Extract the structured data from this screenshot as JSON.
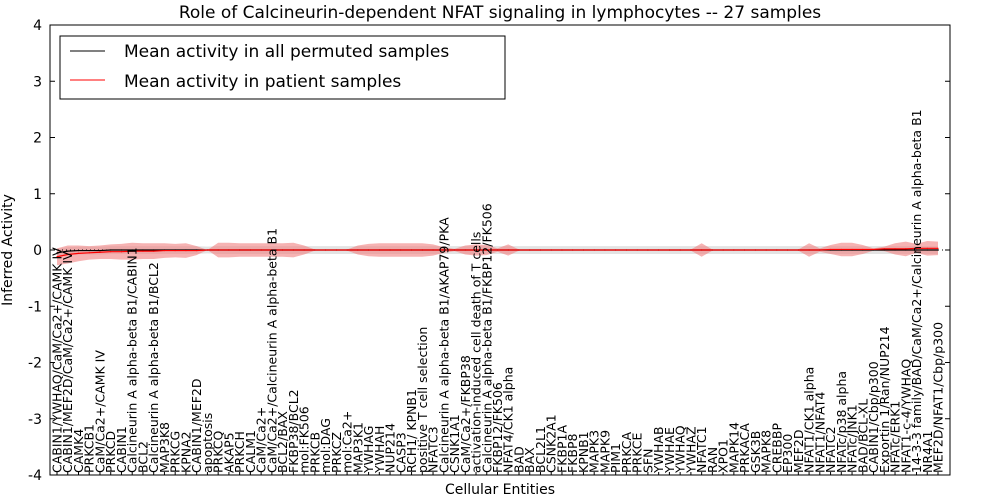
{
  "chart_data": {
    "type": "line",
    "title": "Role of Calcineurin-dependent NFAT signaling in lymphocytes -- 27 samples",
    "xlabel": "Cellular Entities",
    "ylabel": "Inferred Activity",
    "ylim": [
      -4,
      4
    ],
    "yticks": [
      -4,
      -3,
      -2,
      -1,
      0,
      1,
      2,
      3,
      4
    ],
    "grid": false,
    "legend_position": "top-left",
    "categories": [
      "CABIN1/YWHAQ/CaM/Ca2+/CAMK IV",
      "CABIN1/MEF2D/CaM/Ca2+/CAMK IV",
      "CAMK4",
      "PRKCB1",
      "CaM/Ca2+/CAMK IV",
      "PRKCD",
      "CABIN1",
      "Calcineurin A alpha-beta B1/CABIN1",
      "BCL2",
      "Calcineurin A alpha-beta B1/BCL2",
      "MAP3K8",
      "PRKCG",
      "KPNA2",
      "CABIN1/MEF2D",
      "apoptosis",
      "PRKCQ",
      "AKAP5",
      "PRKCH",
      "CALM1",
      "CaM/Ca2+",
      "CaM/Ca2+/Calcineurin A alpha-beta B1",
      "BCL2/BAX",
      "FKBP38/BCL2",
      "mol:FK506",
      "PRKCB",
      "mol:DAG",
      "PRKCZ",
      "mol:Ca2+",
      "MAP3K1",
      "YWHAG",
      "YWHAH",
      "NUP214",
      "CASP3",
      "RCH1/ KPNB1",
      "positive T cell selection",
      "NFATC3",
      "Calcineurin A alpha-beta B1/AKAP79/PKA",
      "CSNK1A1",
      "CaM/Ca2+/FKBP38",
      "activation-induced cell death of T cells",
      "Calcineurin A alpha-beta B1/FKBP12/FK506",
      "FKBP12/FK506",
      "NFAT4/CK1 alpha",
      "BAD",
      "BAX",
      "BCL2L1",
      "CSNK2A1",
      "FKBP1A",
      "FKBP8",
      "KPNB1",
      "MAPK3",
      "MAPK9",
      "PIM1",
      "PRKCA",
      "PRKCE",
      "SFN",
      "YWHAB",
      "YWHAE",
      "YWHAQ",
      "YWHAZ",
      "NFATC1",
      "RAN",
      "XPO1",
      "MAPK14",
      "PRKACA",
      "GSK3B",
      "MAPK8",
      "CREBBP",
      "EP300",
      "MEF2D",
      "NFAT1/CK1 alpha",
      "NFAT1/NFAT4",
      "NFATC2",
      "NFATc/p38 alpha",
      "NFATc/JNK1",
      "BAD/BCL-XL",
      "CABIN1/Cbp/p300",
      "Exportin 1/Ran/NUP214",
      "NFATc/ERK1",
      "NFAT1-c-4/YWHAQ",
      "14-3-3 family/BAD/CaM/Ca2+/Calcineurin A alpha-beta B1",
      "NR4A1",
      "MEF2D/NFAT1/Cbp/p300"
    ],
    "series": [
      {
        "name": "Mean activity in all permuted samples",
        "color": "#000000",
        "band_color": "#cccccc",
        "values": [
          -0.05,
          -0.02,
          -0.01,
          -0.01,
          -0.01,
          0,
          0,
          0,
          0,
          0,
          0,
          0,
          0,
          0,
          0,
          0,
          0,
          0,
          0,
          0,
          0,
          0,
          0,
          0,
          0,
          0,
          0,
          0,
          0,
          0,
          0,
          0,
          0,
          0,
          0,
          0,
          0,
          0,
          0,
          0,
          0,
          0,
          0,
          0,
          0,
          0,
          0,
          0,
          0,
          0,
          0,
          0,
          0,
          0,
          0,
          0,
          0,
          0,
          0,
          0,
          0,
          0,
          0,
          0,
          0,
          0,
          0,
          0,
          0,
          0,
          0,
          0,
          0,
          0,
          0,
          0,
          0,
          0,
          0,
          0,
          0,
          0,
          0
        ],
        "spread": [
          0.07,
          0.07,
          0.07,
          0.07,
          0.07,
          0.07,
          0.07,
          0.07,
          0.07,
          0.07,
          0.07,
          0.07,
          0.07,
          0.07,
          0.06,
          0.07,
          0.07,
          0.07,
          0.07,
          0.07,
          0.07,
          0.07,
          0.07,
          0.07,
          0.07,
          0.07,
          0.07,
          0.07,
          0.07,
          0.07,
          0.07,
          0.07,
          0.07,
          0.07,
          0.07,
          0.07,
          0.07,
          0.07,
          0.07,
          0.07,
          0.07,
          0.07,
          0.07,
          0.07,
          0.07,
          0.07,
          0.07,
          0.07,
          0.07,
          0.07,
          0.07,
          0.07,
          0.07,
          0.07,
          0.07,
          0.07,
          0.07,
          0.07,
          0.07,
          0.07,
          0.07,
          0.07,
          0.07,
          0.07,
          0.07,
          0.07,
          0.07,
          0.07,
          0.07,
          0.07,
          0.07,
          0.07,
          0.07,
          0.07,
          0.07,
          0.07,
          0.07,
          0.07,
          0.07,
          0.07,
          0.07,
          0.07,
          0.07
        ]
      },
      {
        "name": "Mean activity in patient samples",
        "color": "#ff0000",
        "band_color": "#f08080",
        "values": [
          -0.12,
          -0.08,
          -0.06,
          -0.05,
          -0.04,
          -0.03,
          -0.03,
          -0.02,
          -0.02,
          -0.02,
          -0.01,
          -0.01,
          -0.01,
          -0.01,
          0,
          0,
          0,
          0,
          0,
          0,
          0,
          0,
          0,
          0,
          0,
          0,
          0,
          0,
          0,
          0,
          0,
          0,
          0,
          0,
          0,
          0,
          0,
          0,
          0,
          0,
          0,
          0,
          0,
          0,
          0,
          0,
          0,
          0,
          0,
          0,
          0,
          0,
          0,
          0,
          0,
          0,
          0,
          0,
          0,
          0,
          0,
          0,
          0,
          0,
          0,
          0,
          0,
          0,
          0,
          0,
          0,
          0,
          0.01,
          0.01,
          0.01,
          0.01,
          0.01,
          0.02,
          0.02,
          0.02,
          0.03,
          0.03,
          0.03
        ],
        "spread": [
          0.15,
          0.16,
          0.14,
          0.12,
          0.12,
          0.13,
          0.14,
          0.15,
          0.14,
          0.14,
          0.13,
          0.12,
          0.13,
          0.08,
          0.0,
          0.13,
          0.13,
          0.12,
          0.12,
          0.12,
          0.12,
          0.12,
          0.13,
          0.08,
          0.01,
          0.01,
          0.01,
          0.01,
          0.08,
          0.11,
          0.12,
          0.12,
          0.12,
          0.12,
          0.12,
          0.1,
          0.05,
          0.02,
          0.08,
          0.1,
          0.09,
          0.03,
          0.1,
          0.01,
          0.01,
          0.01,
          0.01,
          0.01,
          0.01,
          0.01,
          0.01,
          0.01,
          0.01,
          0.01,
          0.01,
          0.01,
          0.01,
          0.01,
          0.01,
          0.01,
          0.12,
          0.01,
          0.01,
          0.01,
          0.01,
          0.01,
          0.01,
          0.01,
          0.01,
          0.01,
          0.12,
          0.03,
          0.08,
          0.12,
          0.12,
          0.08,
          0.02,
          0.04,
          0.1,
          0.13,
          0.08,
          0.13,
          0.12
        ]
      }
    ]
  }
}
